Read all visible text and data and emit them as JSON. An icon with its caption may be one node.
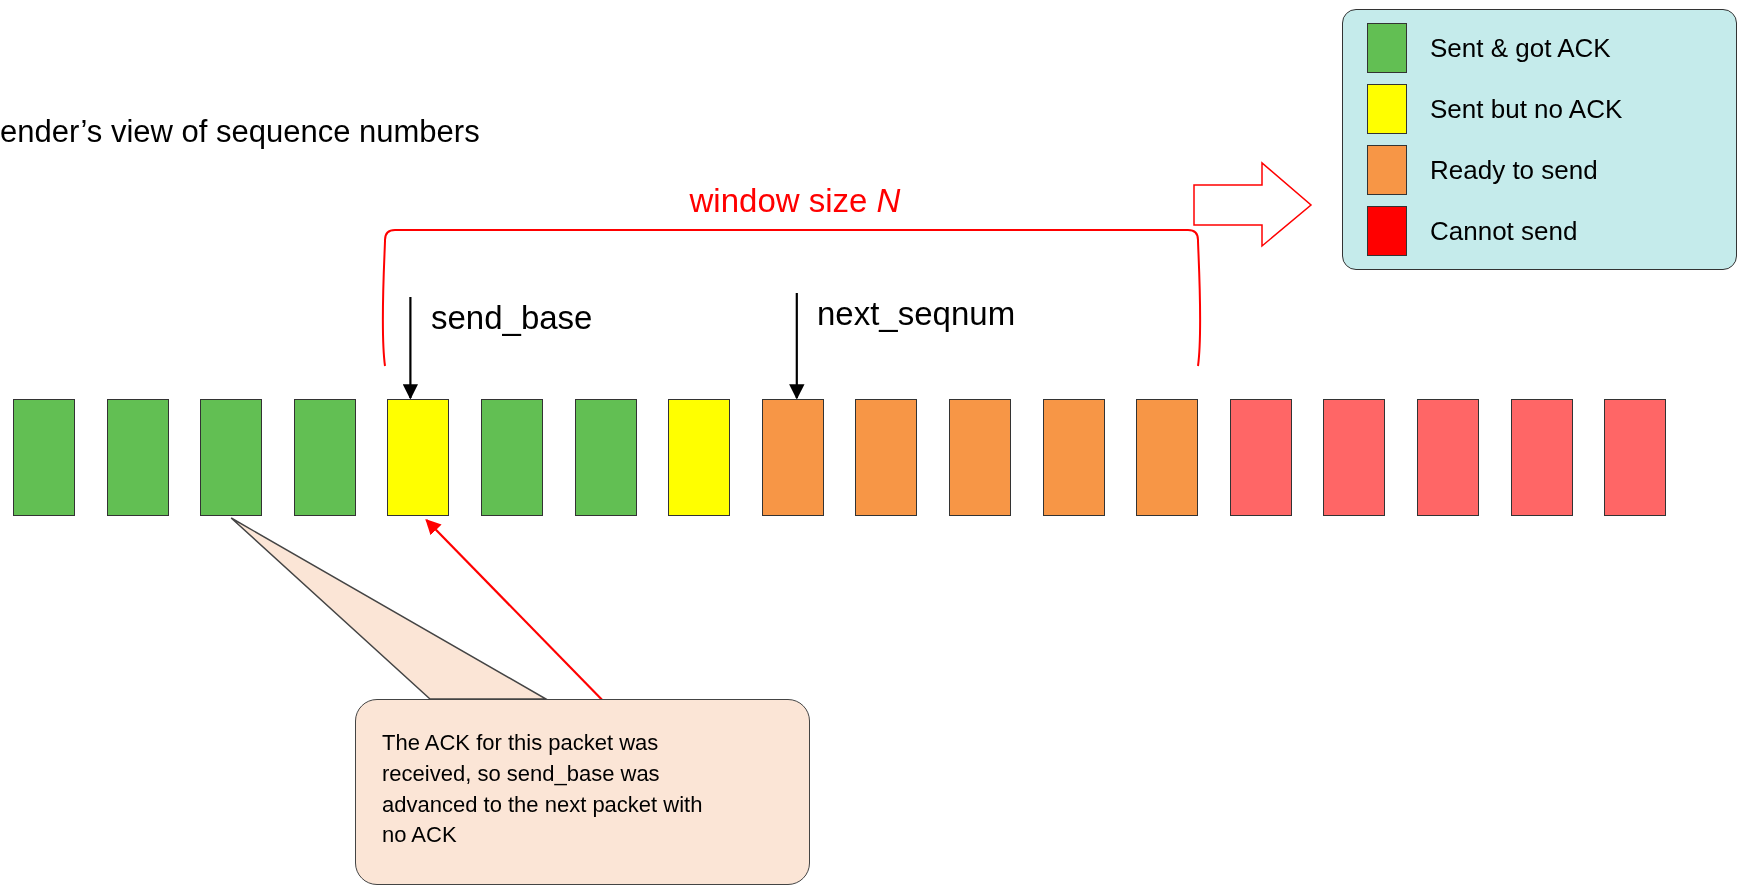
{
  "diagram": {
    "title": "ender’s view of sequence numbers",
    "nodes": [
      {
        "text": [
          "send_base"
        ]
      },
      {
        "text": [
          "next_seqnum"
        ]
      },
      {
        "text": [],
        "shape": "box"
      },
      {
        "text": [],
        "shape": "box"
      },
      {
        "text": [],
        "shape": "box"
      },
      {
        "text": [],
        "shape": "box"
      },
      {
        "text": [],
        "shape": "box"
      },
      {
        "text": [],
        "shape": "box"
      },
      {
        "text": [],
        "shape": "box"
      },
      {
        "text": [],
        "shape": "box"
      },
      {
        "text": [],
        "shape": "box"
      },
      {
        "text": [],
        "shape": "box"
      },
      {
        "text": [],
        "shape": "box"
      },
      {
        "text": [],
        "shape": "box"
      },
      {
        "text": [],
        "shape": "box"
      },
      {
        "text": [],
        "shape": "box"
      },
      {
        "text": [],
        "shape": "box"
      },
      {
        "text": [],
        "shape": "box"
      },
      {
        "text": [],
        "shape": "box"
      },
      {
        "text": [],
        "shape": "box"
      },
      {
        "text": [
          "The ACK for this packet was received, so send_base was advanced to the next packet with no ACK"
        ]
      }
    ],
    "edges": [
      {
        "from": 0,
        "to": 6,
        "arrow": "to"
      },
      {
        "from": 1,
        "to": 10,
        "arrow": "to"
      },
      {
        "from": 20,
        "to": 4,
        "arrow": "none"
      },
      {
        "from": 20,
        "to": 6,
        "arrow": "to",
        "color": "#ff0000"
      }
    ],
    "labels": [
      "window size *N*"
    ],
    "legend": [
      {
        "text": "Sent & got ACK",
        "color": "#62bf53"
      },
      {
        "text": "Sent but no ACK",
        "color": "#ffff00"
      },
      {
        "text": "Ready to send",
        "color": "#f79646"
      },
      {
        "text": "Cannot send",
        "color": "#ff0000"
      }
    ]
  }
}
